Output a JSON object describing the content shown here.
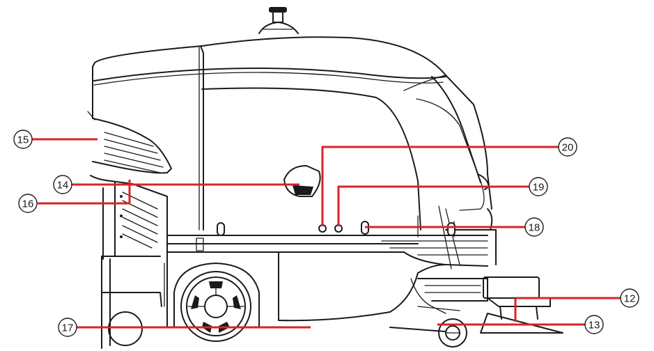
{
  "colors": {
    "leader": "#d8232a",
    "outline": "#1a1a1a",
    "background": "#ffffff"
  },
  "callouts": [
    {
      "id": "c12",
      "label": "12"
    },
    {
      "id": "c13",
      "label": "13"
    },
    {
      "id": "c14",
      "label": "14"
    },
    {
      "id": "c15",
      "label": "15"
    },
    {
      "id": "c16",
      "label": "16"
    },
    {
      "id": "c17",
      "label": "17"
    },
    {
      "id": "c18",
      "label": "18"
    },
    {
      "id": "c19",
      "label": "19"
    },
    {
      "id": "c20",
      "label": "20"
    }
  ]
}
